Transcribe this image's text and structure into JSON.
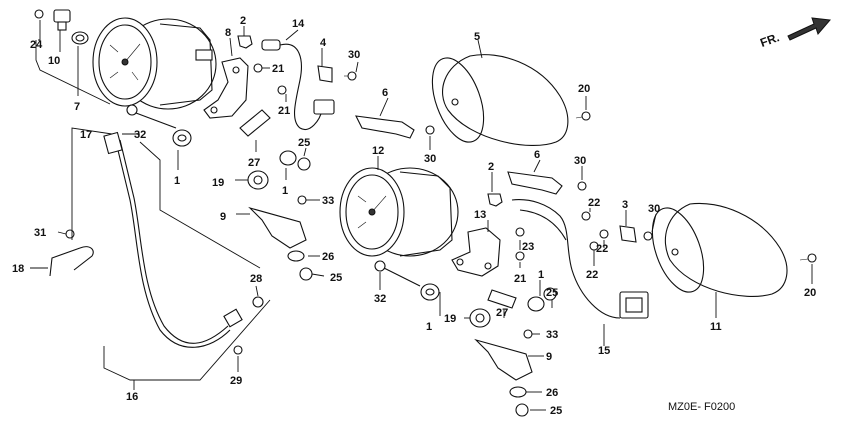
{
  "diagram_code": "MZ0E- F0200",
  "direction_label": "FR.",
  "callouts": [
    "24",
    "10",
    "7",
    "8",
    "2",
    "21",
    "14",
    "4",
    "30",
    "5",
    "6",
    "20",
    "21",
    "17",
    "32",
    "27",
    "25",
    "1",
    "1",
    "19",
    "9",
    "33",
    "31",
    "18",
    "28",
    "29",
    "16",
    "12",
    "30",
    "2",
    "6",
    "30",
    "13",
    "22",
    "3",
    "30",
    "22",
    "23",
    "22",
    "20",
    "21",
    "1",
    "26",
    "25",
    "32",
    "25",
    "19",
    "27",
    "1",
    "33",
    "11",
    "15",
    "9",
    "26",
    "25"
  ]
}
